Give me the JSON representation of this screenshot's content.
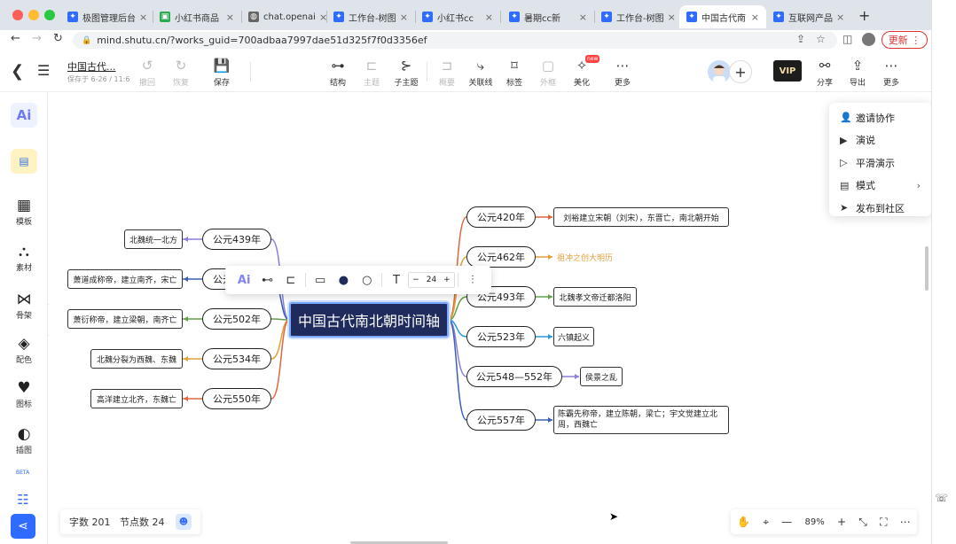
{
  "browser": {
    "tabs": [
      {
        "title": "极图管理后台",
        "fav_color": "#2f6bff",
        "fav": "✦"
      },
      {
        "title": "小红书商品",
        "fav_color": "#2daa4f",
        "fav": "▣"
      },
      {
        "title": "chat.openai",
        "fav_color": "#666666",
        "fav": "◍"
      },
      {
        "title": "工作台-树图",
        "fav_color": "#2f6bff",
        "fav": "✦"
      },
      {
        "title": "小红书cc",
        "fav_color": "#2f6bff",
        "fav": "✦"
      },
      {
        "title": "暑期cc新",
        "fav_color": "#2f6bff",
        "fav": "✦"
      },
      {
        "title": "工作台-树图",
        "fav_color": "#2f6bff",
        "fav": "✦"
      },
      {
        "title": "中国古代南",
        "fav_color": "#2f6bff",
        "fav": "✦"
      },
      {
        "title": "互联网产品",
        "fav_color": "#2f6bff",
        "fav": "✦"
      }
    ],
    "tab_close": "×",
    "tab_new": "+",
    "url": "mind.shutu.cn/?works_guid=700adbaa7997dae51d325f7f0d3356ef",
    "update_label": "更新"
  },
  "app": {
    "doc_title": "中国古代...",
    "doc_sub": "保存于 6-26 / 11:6",
    "toolbar": {
      "undo": "撤回",
      "redo": "恢复",
      "save": "保存",
      "structure": "结构",
      "style": "主题",
      "child_topic": "子主题",
      "summary": "概要",
      "relation": "关联线",
      "tag": "标签",
      "frame": "外框",
      "beautify": "美化",
      "more": "更多",
      "share": "分享",
      "export": "导出",
      "more2": "更多",
      "vip": "VIP",
      "new_badge": "new"
    }
  },
  "sidebar": {
    "ai": "Ai",
    "items": [
      {
        "label": "模板",
        "icon": "▦"
      },
      {
        "label": "素材",
        "icon": "⛬"
      },
      {
        "label": "骨架",
        "icon": "⋈"
      },
      {
        "label": "配色",
        "icon": "◈"
      },
      {
        "label": "图标",
        "icon": "♥"
      },
      {
        "label": "插图",
        "icon": "◐"
      }
    ],
    "beta": "BETA"
  },
  "mindmap": {
    "root": "中国古代南北朝时间轴",
    "left": [
      {
        "year": "公元439年",
        "event": "北魏统一北方",
        "color": "#8b7ee0"
      },
      {
        "year": "公元479年",
        "event": "萧道成称帝，建立南齐，宋亡",
        "color": "#3b5fb4"
      },
      {
        "year": "公元502年",
        "event": "萧衍称帝，建立梁朝，南齐亡",
        "color": "#63a04a"
      },
      {
        "year": "公元534年",
        "event": "北魏分裂为西魏、东魏",
        "color": "#e2a03a"
      },
      {
        "year": "公元550年",
        "event": "高洋建立北齐，东魏亡",
        "color": "#e0663e"
      }
    ],
    "right": [
      {
        "year": "公元420年",
        "event": "刘裕建立宋朝（刘宋），东晋亡，南北朝开始",
        "color": "#e0663e"
      },
      {
        "year": "公元462年",
        "event": "祖冲之创大明历",
        "color": "#e2a03a"
      },
      {
        "year": "公元493年",
        "event": "北魏孝文帝迁都洛阳",
        "color": "#63a04a"
      },
      {
        "year": "公元523年",
        "event": "六镇起义",
        "color": "#2a9ad6"
      },
      {
        "year": "公元548—552年",
        "event": "侯景之乱",
        "color": "#8b7ee0"
      },
      {
        "year": "公元557年",
        "event": "陈霸先称帝，建立陈朝，梁亡；宇文觉建立北周，西魏亡",
        "color": "#3b5fb4"
      }
    ]
  },
  "format_bar": {
    "font_size": "24"
  },
  "dropdown": [
    {
      "label": "邀请协作",
      "icon": "👤"
    },
    {
      "label": "演说",
      "icon": "▶"
    },
    {
      "label": "平滑演示",
      "icon": "▷"
    },
    {
      "label": "模式",
      "icon": "▤",
      "has_arrow": true
    },
    {
      "label": "发布到社区",
      "icon": "➤"
    }
  ],
  "status": {
    "word_count": "字数 201",
    "node_count": "节点数 24"
  },
  "zoom": {
    "value": "89%"
  }
}
